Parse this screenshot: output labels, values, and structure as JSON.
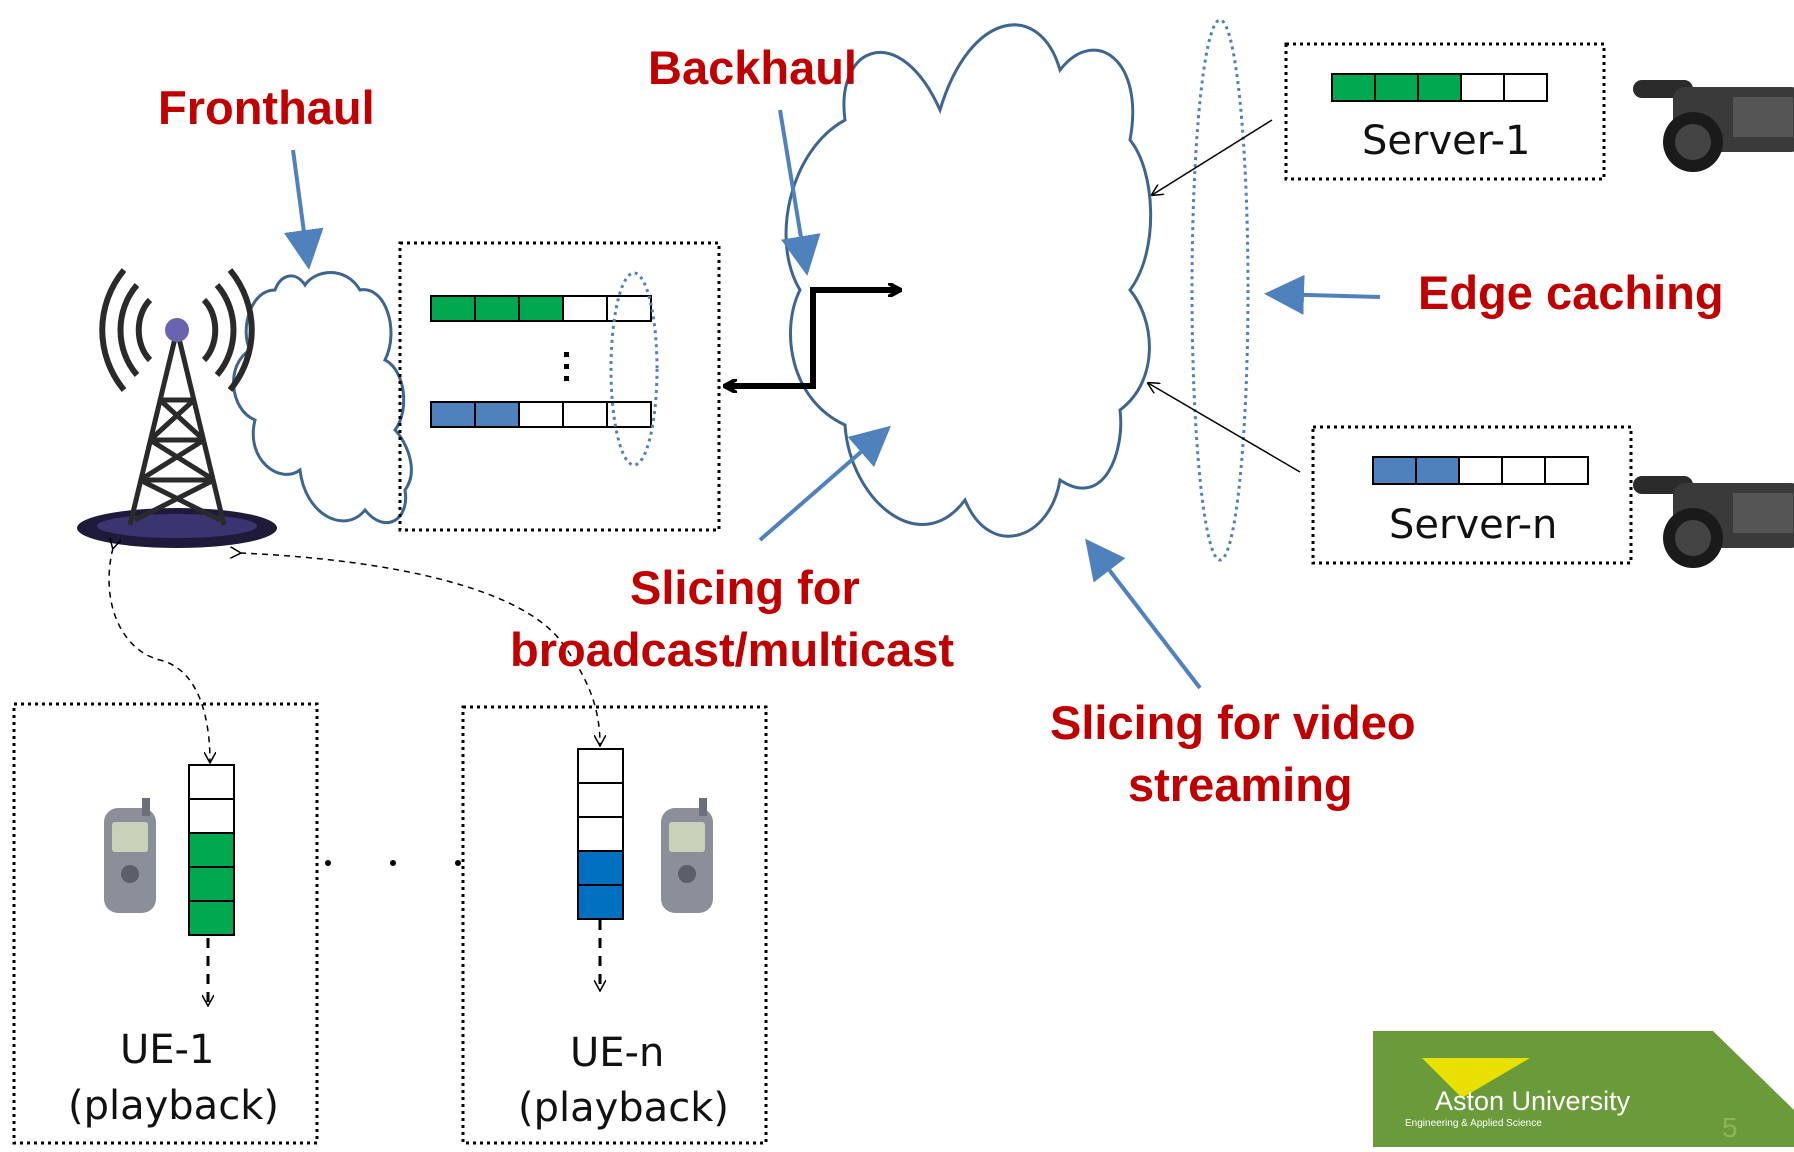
{
  "labels": {
    "fronthaul": "Fronthaul",
    "backhaul": "Backhaul",
    "edge_caching": "Edge caching",
    "slicing_broadcast_line1": "Slicing for",
    "slicing_broadcast_line2": "broadcast/multicast",
    "slicing_video_line1": "Slicing for video",
    "slicing_video_line2": "streaming"
  },
  "servers": [
    {
      "name": "Server-1",
      "filled_segments": 3,
      "total_segments": 5,
      "color": "#00a94f"
    },
    {
      "name": "Server-n",
      "filled_segments": 2,
      "total_segments": 5,
      "color": "#4f81bd"
    }
  ],
  "edge_buffers": [
    {
      "filled_segments": 3,
      "total_segments": 5,
      "color": "#00a94f"
    },
    {
      "filled_segments": 2,
      "total_segments": 5,
      "color": "#4f81bd"
    }
  ],
  "ues": [
    {
      "name": "UE-1",
      "subtitle": "(playback)",
      "filled_segments": 3,
      "total_segments": 5,
      "color": "#00a94f"
    },
    {
      "name": "UE-n",
      "subtitle": "(playback)",
      "filled_segments": 2,
      "total_segments": 5,
      "color": "#0070c0"
    }
  ],
  "footer": {
    "logo_text": "Aston University",
    "logo_subtext": "Engineering & Applied Science",
    "page_number": "5",
    "logo_color": "#6a9a3a",
    "logo_triangle_color": "#e8e000"
  },
  "colors": {
    "label_red": "#c00000",
    "arrow_blue": "#4f81bd",
    "cloud_outline": "#3c6590"
  }
}
